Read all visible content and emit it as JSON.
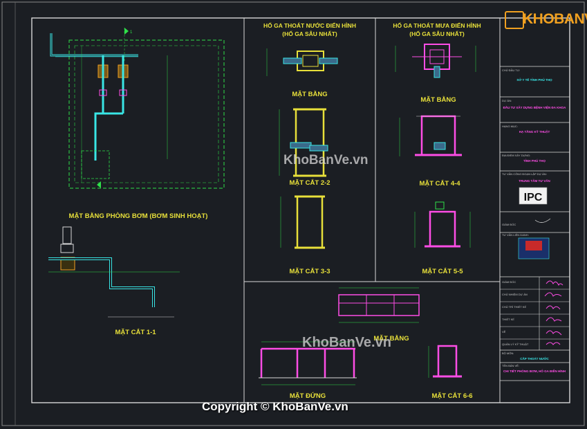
{
  "brand": {
    "logo_text": "KHOBANVE"
  },
  "watermarks": [
    "KhoBanVe.vn",
    "KhoBanVe.vn"
  ],
  "copyright": "Copyright © KhoBanVe.vn",
  "left_panel": {
    "plan_title": "MẶT BẰNG PHÒNG BƠM (BƠM SINH HOẠT)",
    "section_title": "MẶT CẮT 1-1",
    "section_marker": "1"
  },
  "middle_panel": {
    "header_line1": "HỐ GA THOÁT NƯỚC ĐIỂN HÌNH",
    "header_line2": "(HỐ GA SÂU NHẤT)",
    "plan_label": "MẶT BẰNG",
    "cut_a": "MẶT CẮT 2-2",
    "cut_b": "MẶT CẮT 3-3"
  },
  "right_panel": {
    "header_line1": "HỐ GA THOÁT MƯA ĐIỂN HÌNH",
    "header_line2": "(HỐ GA SÂU NHẤT)",
    "plan_label": "MẶT BẰNG",
    "cut_a": "MẶT CẮT 4-4",
    "cut_b": "MẶT CẮT 5-5"
  },
  "bottom_panel": {
    "plan_label": "MẶT BẰNG",
    "elevation_label": "MẶT ĐỨNG",
    "cut_label": "MẶT CẮT 6-6"
  },
  "title_block": {
    "logo_text": "IPC",
    "rows": [
      {
        "caption": "CHỦ ĐẦU TƯ:",
        "value": "SỞ Y TẾ TỈNH PHÚ THỌ"
      },
      {
        "caption": "DỰ ÁN:",
        "value": "ĐẦU TƯ XÂY DỰNG BỆNH VIỆN ĐA KHOA"
      },
      {
        "caption": "HẠNG MỤC:",
        "value": "HẠ TẦNG KỸ THUẬT"
      },
      {
        "caption": "ĐỊA ĐIỂM XÂY DỰNG:",
        "value": "TỈNH PHÚ THỌ"
      },
      {
        "caption": "TƯ VẤN CÔNG ĐOẠN LẬP DỰ ÁN:",
        "value": "TRUNG TÂM TƯ VẤN"
      },
      {
        "caption": "GIÁM ĐỐC",
        "value": ""
      },
      {
        "caption": "TƯ VẤN LIÊN DANH:",
        "value": ""
      },
      {
        "caption": "GIÁM ĐỐC",
        "value": ""
      },
      {
        "caption": "CHỦ NHIỆM DỰ ÁN",
        "value": ""
      },
      {
        "caption": "CHỦ TRÌ THIẾT KẾ",
        "value": ""
      },
      {
        "caption": "THIẾT KẾ",
        "value": ""
      },
      {
        "caption": "VẼ",
        "value": ""
      },
      {
        "caption": "QUẢN LÝ KỸ THUẬT",
        "value": ""
      },
      {
        "caption": "BỘ MÔN:",
        "value": "CẤP THOÁT NƯỚC"
      },
      {
        "caption": "TÊN BẢN VẼ:",
        "value": "CHI TIẾT PHÒNG BƠM, HỐ GA ĐIỂN HÌNH"
      }
    ]
  },
  "colors": {
    "background": "#1b1e23",
    "frame": "#d8d8d8",
    "yellow": "#e8e03a",
    "green": "#2fe04a",
    "cyan": "#39e6e6",
    "magenta": "#ff4de6",
    "orange": "#f0a020"
  }
}
